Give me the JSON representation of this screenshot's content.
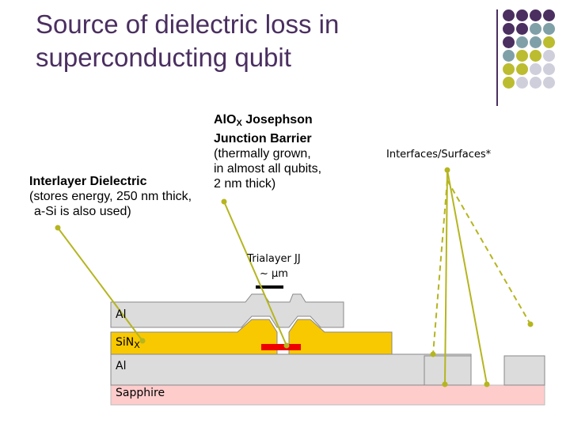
{
  "title_line1": "Source of dielectric loss in",
  "title_line2": "superconducting qubit",
  "alox": {
    "name_prefix": "AlO",
    "name_sub": "X",
    "name_suffix": " Josephson",
    "line2": "Junction Barrier",
    "line3": "(thermally grown,",
    "line4": "in almost all qubits,",
    "line5": "2 nm thick)"
  },
  "ild": {
    "line1": "Interlayer Dielectric",
    "line2": "(stores energy, 250 nm thick,",
    "line3": "a-Si is also used)"
  },
  "interfaces": {
    "label": "Interfaces/Surfaces*"
  },
  "trilayer": {
    "line1": "Trialayer JJ",
    "line2": "~  μm"
  },
  "layers": {
    "al_top": "Al",
    "sin_prefix": "SiN",
    "sin_sub": "X",
    "al_bottom": "Al",
    "sapphire": "Sapphire"
  },
  "colors": {
    "purple": "#4a2f60",
    "teal": "#80a0a8",
    "olive": "#bcbc30",
    "lavender": "#cfcfdc",
    "pointer": "#b5b520",
    "yellow_layer": "#f8c800",
    "gray_layer": "#dcdcdc",
    "sapphire": "#ffcccc",
    "barrier": "#ee0000"
  }
}
